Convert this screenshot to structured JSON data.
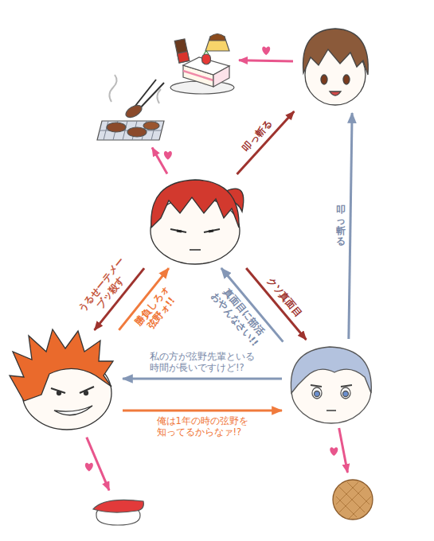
{
  "diagram": {
    "nodes": [
      {
        "text": []
      },
      {
        "text": []
      },
      {
        "text": []
      },
      {
        "text": []
      },
      {
        "text": []
      },
      {
        "text": []
      },
      {
        "text": []
      },
      {
        "text": []
      }
    ],
    "edges": [
      {
        "from": 1,
        "to": 0,
        "arrow": "to"
      },
      {
        "from": 3,
        "to": 2,
        "arrow": "to"
      },
      {
        "from": 3,
        "to": 1,
        "arrow": "to",
        "label": "叩っ斬る"
      },
      {
        "from": 5,
        "to": 1,
        "arrow": "to",
        "label": "叩っ斬る"
      },
      {
        "from": 3,
        "to": 5,
        "arrow": "to",
        "label": "クソ真面目"
      },
      {
        "from": 5,
        "to": 3,
        "arrow": "to",
        "label": "真面目に部活 おやんなさい!!"
      },
      {
        "from": 3,
        "to": 4,
        "arrow": "to",
        "label": "うるせーテメー ブッ殺す"
      },
      {
        "from": 4,
        "to": 3,
        "arrow": "to",
        "label": "勝負しろォ 弦野ォ!!"
      },
      {
        "from": 5,
        "to": 4,
        "arrow": "to",
        "label": "私の方が弦野先輩といる 時間が長いですけど!?"
      },
      {
        "from": 4,
        "to": 5,
        "arrow": "to",
        "label": "俺は1年の時の弦野を 知ってるからなァ!?"
      },
      {
        "from": 4,
        "to": 6,
        "arrow": "to"
      },
      {
        "from": 5,
        "to": 7,
        "arrow": "to"
      }
    ]
  }
}
